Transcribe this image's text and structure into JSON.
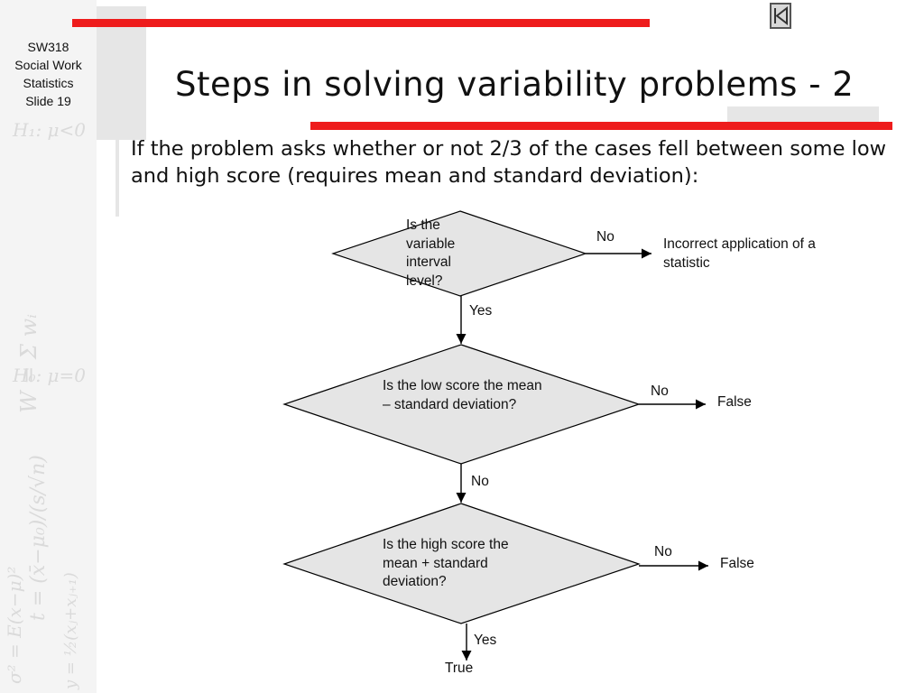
{
  "slide": {
    "course_lines": [
      "SW318",
      "Social Work",
      "Statistics",
      "Slide 19"
    ],
    "title": "Steps in solving variability problems - 2",
    "intro_text": "If the problem asks whether or not 2/3 of the cases fell between some low and high score (requires mean and standard deviation):",
    "nav_icon": "skip-to-start-icon"
  },
  "background_formulas": [
    "H₁: μ<0",
    "W = Σ wᵢ",
    "H₀: μ=0",
    "t = (x̄−μ₀)/(s/√n)",
    "σ² = E(x−μ)²",
    "y = ½(xⱼ+xⱼ₊₁)"
  ],
  "flowchart": {
    "q1": "Is the variable interval level?",
    "q1_no_label": "No",
    "q1_no_result": "Incorrect application of a statistic",
    "q1_yes_label": "Yes",
    "q2": "Is the low score the mean – standard deviation?",
    "q2_no_right_label": "No",
    "q2_right_result": "False",
    "q2_down_label": "No",
    "q3": "Is the high score the mean + standard deviation?",
    "q3_no_label": "No",
    "q3_no_result": "False",
    "q3_yes_label": "Yes",
    "q3_yes_result": "True"
  },
  "colors": {
    "accent_red": "#ee1c1c",
    "shadow_gray": "#e6e6e6",
    "diamond_fill": "#e5e5e5"
  }
}
